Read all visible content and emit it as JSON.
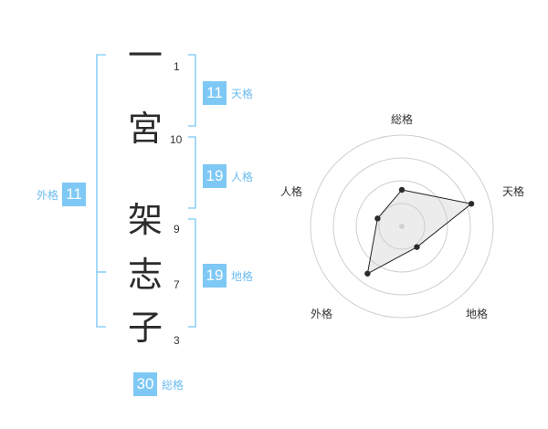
{
  "name": {
    "chars": [
      "一",
      "宮",
      "架",
      "志",
      "子"
    ],
    "strokes": [
      "1",
      "10",
      "9",
      "7",
      "3"
    ]
  },
  "fortune": {
    "tenkaku": {
      "value": "11",
      "label": "天格"
    },
    "jinkaku": {
      "value": "19",
      "label": "人格"
    },
    "chikaku": {
      "value": "19",
      "label": "地格"
    },
    "gaikaku": {
      "value": "11",
      "label": "外格"
    },
    "soukaku": {
      "value": "30",
      "label": "総格"
    }
  },
  "colors": {
    "accent": "#7ec8f5",
    "bracket": "#8fd0f7",
    "label": "#6bbcf0"
  },
  "chart_data": {
    "type": "radar",
    "axes": [
      "総格",
      "天格",
      "地格",
      "外格",
      "人格"
    ],
    "rings": 4,
    "values": [
      2.0,
      4.0,
      1.4,
      3.2,
      1.4
    ],
    "max": 5
  }
}
